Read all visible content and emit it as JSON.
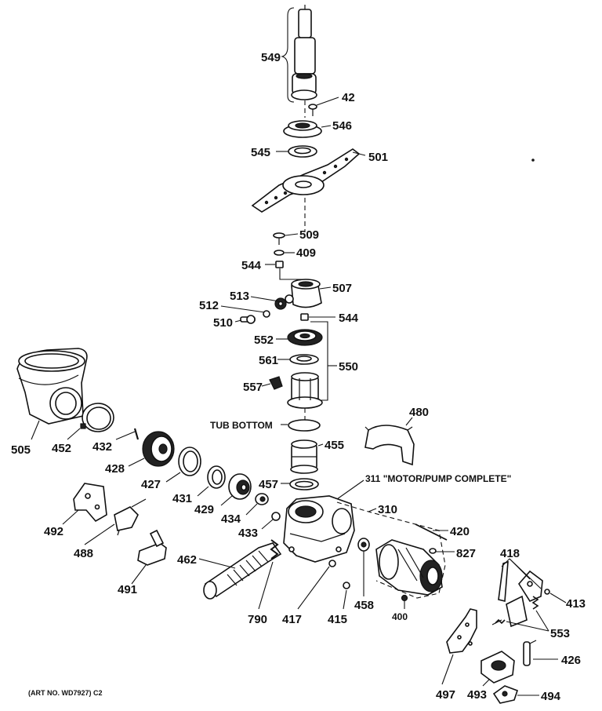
{
  "labels": {
    "p549": "549",
    "p42": "42",
    "p546": "546",
    "p545": "545",
    "p501": "501",
    "p509": "509",
    "p409": "409",
    "p544a": "544",
    "p507": "507",
    "p513": "513",
    "p512": "512",
    "p510": "510",
    "p544b": "544",
    "p552": "552",
    "p561": "561",
    "p550": "550",
    "p557": "557",
    "p480": "480",
    "p505": "505",
    "p452": "452",
    "p432": "432",
    "p428": "428",
    "p455": "455",
    "p427": "427",
    "p431": "431",
    "p429": "429",
    "p457": "457",
    "p311": "311 \"MOTOR/PUMP COMPLETE\"",
    "p434": "434",
    "p433": "433",
    "p310": "310",
    "p420": "420",
    "p492": "492",
    "p488": "488",
    "p827": "827",
    "p418": "418",
    "p413": "413",
    "p462": "462",
    "p491": "491",
    "p553": "553",
    "p790": "790",
    "p417": "417",
    "p415": "415",
    "p458": "458",
    "p400": "400",
    "p426": "426",
    "p497": "497",
    "p493": "493",
    "p494": "494"
  },
  "notes": {
    "tub_bottom": "TUB BOTTOM",
    "art_no": "(ART NO. WD7927) C2"
  }
}
